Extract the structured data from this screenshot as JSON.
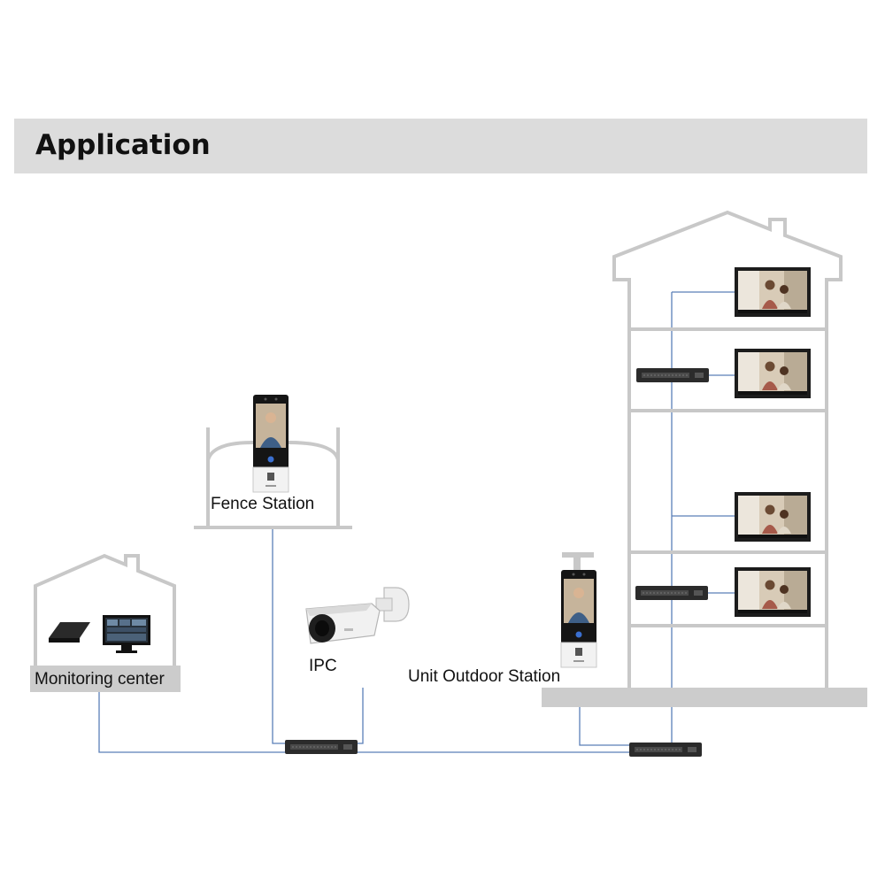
{
  "header": {
    "title": "Application"
  },
  "labels": {
    "fence_station": "Fence Station",
    "ipc": "IPC",
    "monitoring_center": "Monitoring center",
    "unit_outdoor_station": "Unit Outdoor Station"
  },
  "colors": {
    "header_bg": "#dcdcdc",
    "building_outline": "#c8c8c8",
    "cable": "#5b7fb8",
    "device_dark": "#2b2b2b",
    "ground": "#cccccc"
  },
  "icons": [
    "house-icon",
    "building-icon",
    "fence-icon",
    "switch-icon",
    "monitor-icon",
    "door-station-icon",
    "bullet-camera-icon",
    "server-icon",
    "indoor-monitor-icon"
  ]
}
